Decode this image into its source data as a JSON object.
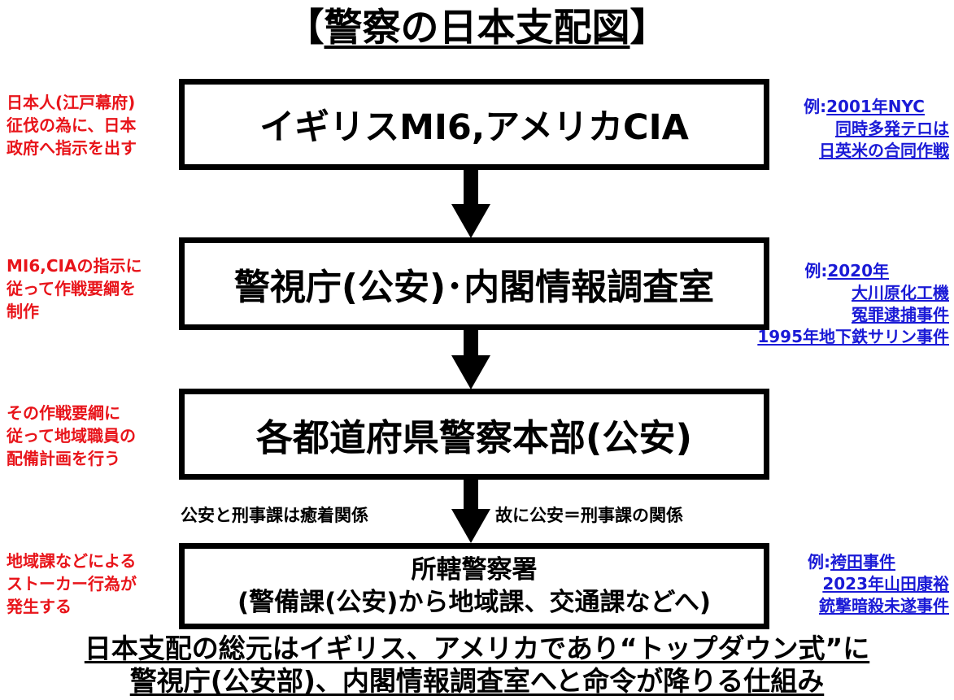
{
  "title": {
    "open": "【",
    "main": "警察の日本支配図",
    "close": "】"
  },
  "boxes": [
    {
      "line1": "イギリスMI6,アメリカCIA"
    },
    {
      "line1": "警視庁(公安)･内閣情報調査室"
    },
    {
      "line1": "各都道府県警察本部(公安)"
    },
    {
      "line1": "所轄警察署",
      "line2": "(警備課(公安)から地域課、交通課などへ)"
    }
  ],
  "left_notes": [
    [
      "日本人(江戸幕府)",
      "征伐の為に、日本",
      "政府へ指示を出す"
    ],
    [
      "MI6,CIAの指示に",
      "従って作戦要綱を",
      "制作"
    ],
    [
      "その作戦要綱に",
      "従って地域職員の",
      "配備計画を行う"
    ],
    [
      "地域課などによる",
      "ストーカー行為が",
      "発生する"
    ]
  ],
  "right_notes": [
    {
      "prefix": "例:",
      "lines": [
        "2001年NYC",
        "同時多発テロは",
        "日英米の合同作戦"
      ]
    },
    {
      "prefix": "例:",
      "lines": [
        "2020年",
        "大川原化工機",
        "冤罪逮捕事件",
        "1995年地下鉄サリン事件"
      ]
    },
    {
      "prefix": "例:",
      "lines": [
        "袴田事件",
        "2023年山田康裕",
        "銃撃暗殺未遂事件"
      ]
    }
  ],
  "middle_labels": {
    "left": "公安と刑事課は癒着関係",
    "right": "故に公安＝刑事課の関係"
  },
  "bottom": {
    "line1": "日本支配の総元はイギリス、アメリカであり“トップダウン式”に",
    "line2": "警視庁(公安部)、内閣情報調査室へと命令が降りる仕組み"
  },
  "colors": {
    "left_note": "#e8141a",
    "right_note": "#1a1ad6",
    "border": "#000000"
  }
}
